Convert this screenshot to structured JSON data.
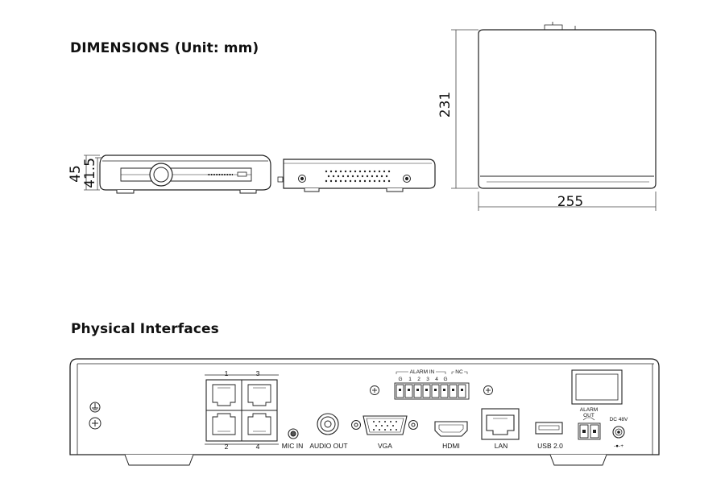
{
  "headings": {
    "dimensions": "DIMENSIONS  (Unit: mm)",
    "physical": "Physical Interfaces"
  },
  "dimensions": {
    "height_outer": "45",
    "height_inner": "41.5",
    "depth": "231",
    "width": "255"
  },
  "ports": {
    "lan_top_left": "1",
    "lan_top_right": "3",
    "lan_bottom_left": "2",
    "lan_bottom_right": "4",
    "mic_in": "MIC IN",
    "audio_out": "AUDIO OUT",
    "vga": "VGA",
    "hdmi": "HDMI",
    "lan": "LAN",
    "usb": "USB 2.0",
    "alarm_in": "ALARM IN",
    "nc": "NC",
    "alarm_pins": [
      "G",
      "1",
      "2",
      "3",
      "4",
      "G"
    ],
    "alarm_out_line1": "ALARM",
    "alarm_out_line2": "OUT",
    "dc": "DC 48V",
    "dc_polarity": "-●-+"
  }
}
